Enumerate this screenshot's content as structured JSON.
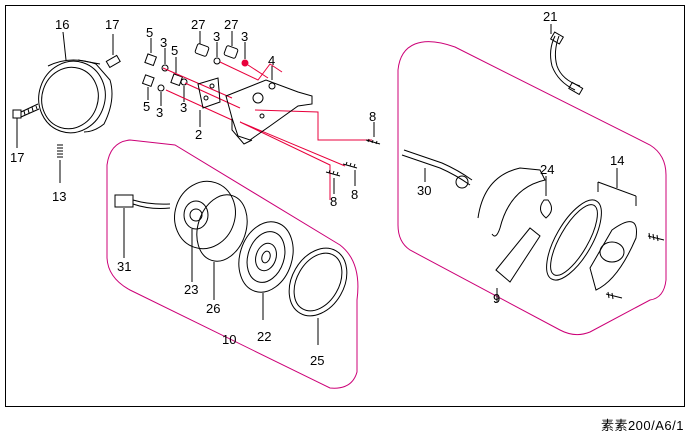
{
  "drawing_code": "素素200/A6/1",
  "colors": {
    "line": "#000000",
    "group": "#cc0077",
    "wire": "#e8003c"
  },
  "callouts": [
    {
      "id": "16",
      "text": "16"
    },
    {
      "id": "17a",
      "text": "17"
    },
    {
      "id": "17b",
      "text": "17"
    },
    {
      "id": "13",
      "text": "13"
    },
    {
      "id": "5a",
      "text": "5"
    },
    {
      "id": "5b",
      "text": "5"
    },
    {
      "id": "5c",
      "text": "5"
    },
    {
      "id": "3a",
      "text": "3"
    },
    {
      "id": "3b",
      "text": "3"
    },
    {
      "id": "3c",
      "text": "3"
    },
    {
      "id": "3d",
      "text": "3"
    },
    {
      "id": "3e",
      "text": "3"
    },
    {
      "id": "27a",
      "text": "27"
    },
    {
      "id": "27b",
      "text": "27"
    },
    {
      "id": "4",
      "text": "4"
    },
    {
      "id": "2",
      "text": "2"
    },
    {
      "id": "8a",
      "text": "8"
    },
    {
      "id": "8b",
      "text": "8"
    },
    {
      "id": "8c",
      "text": "8"
    },
    {
      "id": "21",
      "text": "21"
    },
    {
      "id": "14",
      "text": "14"
    },
    {
      "id": "24",
      "text": "24"
    },
    {
      "id": "30",
      "text": "30"
    },
    {
      "id": "9",
      "text": "9"
    },
    {
      "id": "31",
      "text": "31"
    },
    {
      "id": "23",
      "text": "23"
    },
    {
      "id": "26",
      "text": "26"
    },
    {
      "id": "22",
      "text": "22"
    },
    {
      "id": "25",
      "text": "25"
    },
    {
      "id": "10",
      "text": "10"
    }
  ]
}
